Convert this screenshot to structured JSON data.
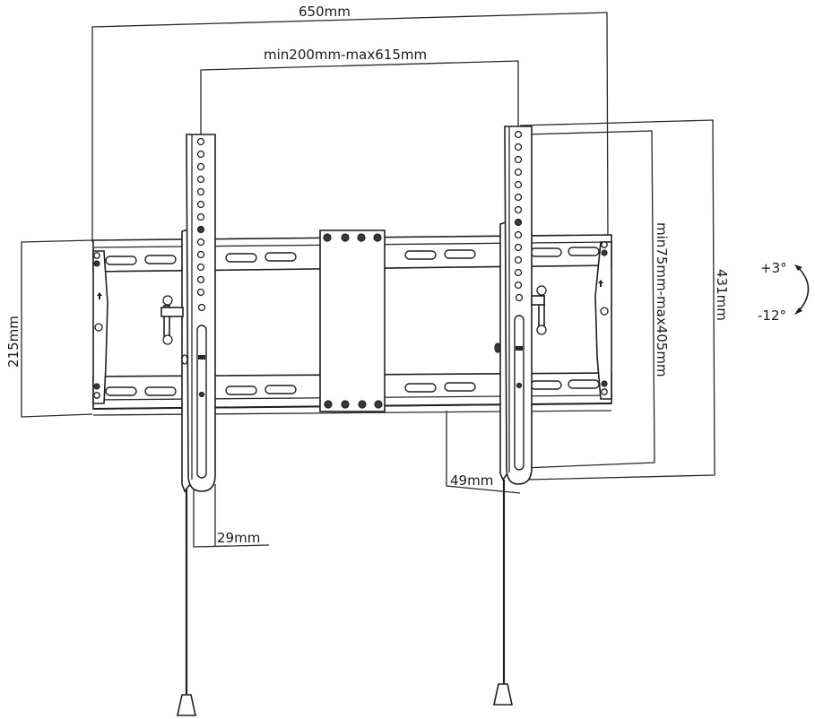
{
  "diagram": {
    "subject": "Tilting TV wall mount dimension drawing",
    "colors": {
      "line": "#1f1f1f",
      "background": "#ffffff"
    },
    "dimensions": {
      "overall_width": "650mm",
      "arm_spacing": "min200mm-max615mm",
      "wall_plate_height": "215mm",
      "arm_length": "431mm",
      "vertical_hole_range": "min75mm-max405mm",
      "wall_distance": "49mm",
      "arm_depth": "29mm"
    },
    "tilt": {
      "up": "+3°",
      "down": "-12°"
    },
    "components": [
      "wall-plate",
      "center-plate",
      "left-bracket-arm",
      "right-bracket-arm",
      "safety-cord-left",
      "safety-cord-right"
    ]
  }
}
